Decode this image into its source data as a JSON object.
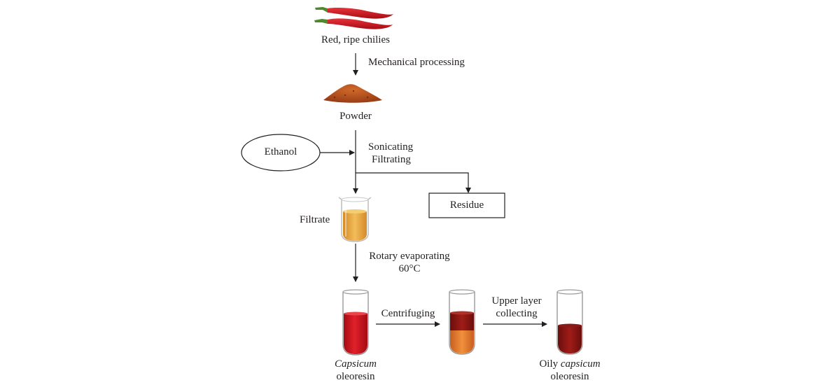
{
  "diagram": {
    "nodes": {
      "chilies": "Red, ripe chilies",
      "powder": "Powder",
      "ethanol": "Ethanol",
      "residue": "Residue",
      "filtrate": "Filtrate",
      "oleoresin": {
        "italic": "Capsicum",
        "plain": "oleoresin"
      },
      "oily_oleoresin": {
        "plain_prefix": "Oily ",
        "italic": "capsicum",
        "plain": "oleoresin"
      }
    },
    "steps": {
      "mechanical": "Mechanical processing",
      "sonicating": "Sonicating",
      "filtrating": "Filtrating",
      "rotary": "Rotary evaporating",
      "temperature": "60°C",
      "centrifuging": "Centrifuging",
      "upper_layer": "Upper layer",
      "collecting": "collecting"
    }
  },
  "colors": {
    "line": "#231f20",
    "chili_red": "#c8141e",
    "chili_stem": "#4f8a2a",
    "powder": "#b5501e",
    "filtrate": "#e0a23a",
    "oleoresin_red": "#c0101a",
    "upper_layer": "#8e1a16",
    "lower_layer": "#e0782e",
    "oily_red": "#7d1210"
  },
  "icons": [
    "chili-peppers-icon",
    "powder-pile-icon",
    "beaker-icon",
    "test-tube-icon"
  ]
}
